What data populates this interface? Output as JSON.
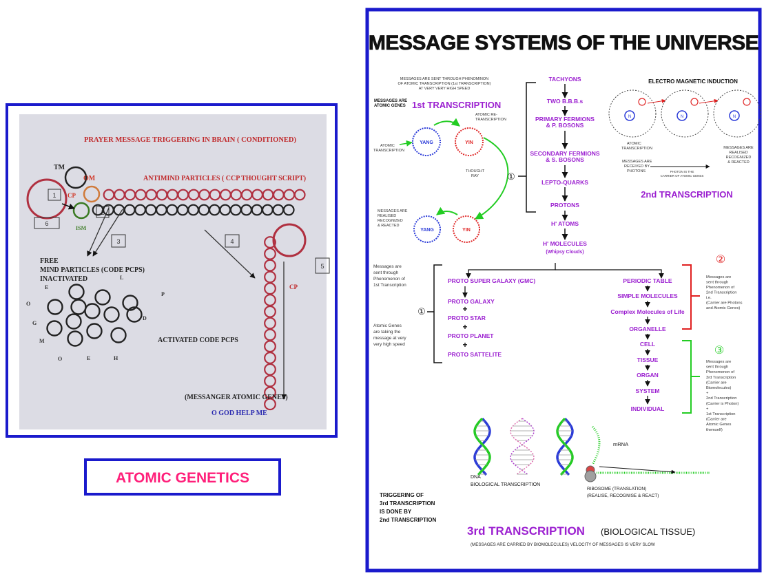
{
  "left_panel": {
    "title": "PRAYER MESSAGE TRIGGERING IN BRAIN ( CONDITIONED)",
    "tm": "TM",
    "om": "OM",
    "cp": "CP",
    "ism": "ISM",
    "antimind": "ANTIMIND PARTICLES ( CCP THOUGHT SCRIPT)",
    "free_line1": "FREE",
    "free_line2": "MIND PARTICLES (CODE PCPS)",
    "free_line3": "INACTIVATED",
    "activated": "ACTIVATED CODE PCPS",
    "messanger": "(MESSANGER ATOMIC GENES)",
    "prayer": "O GOD HELP ME",
    "box_numbers": [
      "1",
      "2",
      "3",
      "4",
      "5",
      "6"
    ],
    "scattered_letters": [
      "E",
      "L",
      "P",
      "O",
      "D",
      "G",
      "M",
      "O",
      "E",
      "H"
    ],
    "caption": "ATOMIC GENETICS"
  },
  "right_panel": {
    "title": "MESSAGE SYSTEMS OF THE UNIVERSE",
    "intro_note": [
      "MESSAGES ARE SENT THROUGH PHENOMINON",
      "OF ATOMIC TRANSCRIPTION (1st TRANSCRIPTION)",
      "AT VERY VERY HIGH SPEED"
    ],
    "atomic_genes_label": [
      "MESSAGES ARE",
      "ATOMIC GENES"
    ],
    "first_transcription": "1st TRANSCRIPTION",
    "atomic_retranscription": [
      "ATOMIC RE-",
      "TRANSCRIPTION"
    ],
    "atomic_transcription_left": [
      "ATOMIC",
      "TRANSCRIPTION"
    ],
    "yang": "YANG",
    "yin": "YIN",
    "thought_ray": [
      "THOUGHT",
      "RAY"
    ],
    "realised_left": [
      "MESSAGES ARE",
      "REALISED",
      "RECOGNIZED",
      "& REACTED"
    ],
    "marker_1": "①",
    "marker_2": "②",
    "marker_3": "③",
    "chain": [
      "TACHYONS",
      "TWO B.B.B.s",
      "PRIMARY FERMIONS",
      "& P. BOSONS",
      "SECONDARY FERMIONS",
      "& S. BOSONS",
      "LEPTO-QUARKS",
      "PROTONS",
      "H' ATOMS",
      "H' MOLECULES",
      "(Whipsy Clouds)"
    ],
    "em_induction": "ELECTRO MAGNETIC INDUCTION",
    "nucleus": "N",
    "em_atomic_transcription": [
      "ATOMIC",
      "TRANSCRIPTION"
    ],
    "em_received": [
      "MESSAGES ARE",
      "RECEIVED BY",
      "PHOTONS"
    ],
    "photon_carrier": [
      "PHOTON IS THE",
      "CARRIER OF ATOMIC GENES"
    ],
    "em_realised": [
      "MESSAGES ARE",
      "REALISED",
      "RECOGNIZED",
      "& REACTED"
    ],
    "second_transcription": "2nd TRANSCRIPTION",
    "left_side_note": [
      "Messages are",
      "sent through",
      "Phenomenon of",
      "1st Transcription"
    ],
    "left_side_note2": [
      "Atomic Genes",
      "are taking the",
      "message at very",
      "very high speed"
    ],
    "galaxy_chain": [
      "PROTO SUPER GALAXY (GMC)",
      "PROTO GALAXY",
      "PROTO STAR",
      "PROTO PLANET",
      "PROTO SATTELITE"
    ],
    "life_chain": [
      "PERIODIC TABLE",
      "SIMPLE MOLECULES",
      "Complex Molecules of Life",
      "ORGANELLE",
      "CELL",
      "TISSUE",
      "ORGAN",
      "SYSTEM",
      "INDIVIDUAL"
    ],
    "note_two": [
      "Messages are",
      "sent through",
      "Phenomenon of",
      "2nd Transcription",
      "i.e.",
      "(Carrier are Photons",
      "and Atomic Genes)"
    ],
    "note_three": [
      "Messages are",
      "sent through",
      "Phenomenon of",
      "3rd Transcription",
      "(Carrier are",
      "Biomolecules)",
      "+",
      "2nd Transcription",
      "(Carrier is Photon)",
      "+",
      "1st Transcription",
      "(Carrier are",
      "Atomic Genes",
      "themself)"
    ],
    "mrna": "mRNA",
    "dna": "DNA",
    "bio_transcription": "BIOLOGICAL TRANSCRIPTION",
    "ribosome": [
      "RIBOSOME (TRANSLATION)",
      "(REALISE, RECOGNISE & REACT)"
    ],
    "triggering": [
      "TRIGGERING OF",
      "3rd TRANSCRIPTION",
      "IS DONE BY",
      "2nd TRANSCRIPTION"
    ],
    "third_transcription": "3rd TRANSCRIPTION",
    "biological_tissue": "(BIOLOGICAL TISSUE)",
    "footer": "(MESSAGES ARE CARRIED BY BIOMOLECULES) VELOCITY OF MESSAGES IS VERY SLOW"
  },
  "colors": {
    "frame_blue": "#1a1acc",
    "title_red": "#c0282a",
    "magenta": "#a020d0",
    "ring_red": "#b03040",
    "green": "#22cc22",
    "caption_pink": "#ff1f7a"
  }
}
